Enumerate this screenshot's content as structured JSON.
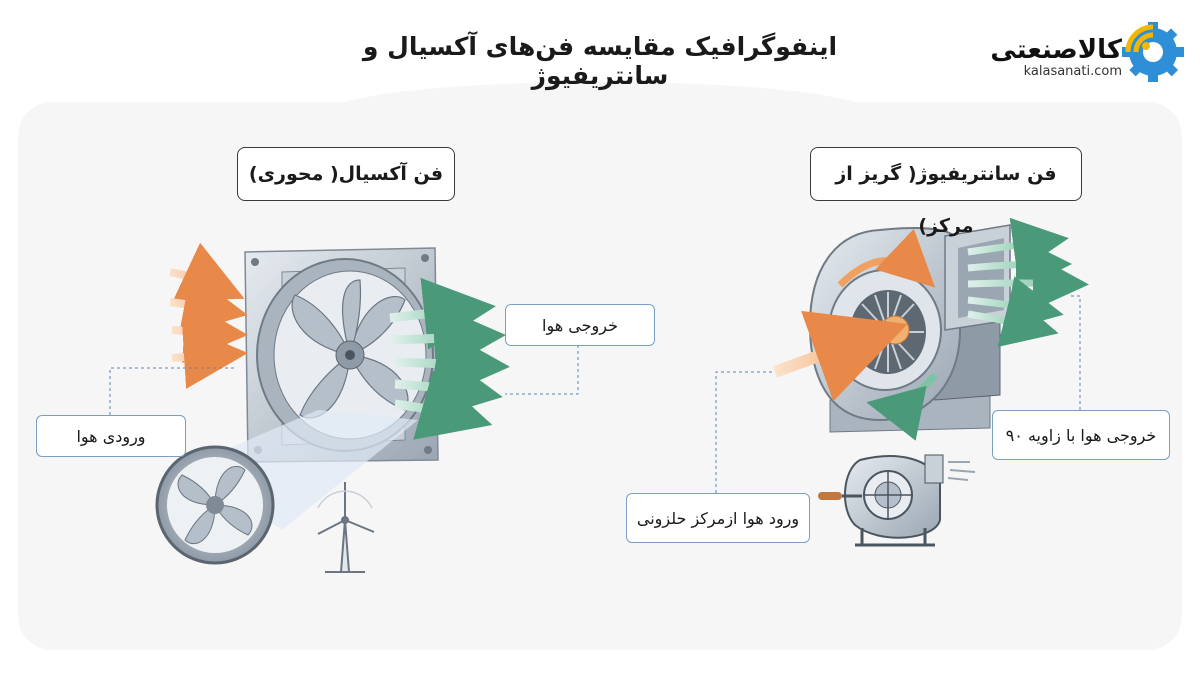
{
  "title": "اینفوگرافیک مقایسه فن‌های آکسیال و سانتریفیوژ",
  "logo": {
    "name_fa": "کالاصنعتی",
    "domain": "kalasanati.com",
    "icon": "gear-wifi-icon",
    "colors": {
      "blue": "#2e8fd6",
      "yellow": "#f2b705",
      "dark": "#111111"
    }
  },
  "axial": {
    "heading": "فن آکسیال( محوری)",
    "labels": {
      "output": "خروجی هوا",
      "input": "ورودی هوا"
    }
  },
  "centrifugal": {
    "heading": "فن سانتریفیوژ( گریز از مرکز)",
    "labels": {
      "output": "خروجی هوا با زاویه ۹۰",
      "input": "ورود هوا ازمرکز حلزونی"
    }
  },
  "colors": {
    "inflow": "#f0a060",
    "outflow": "#7cc4a4",
    "metal": "#b8c2cc",
    "leader": "#5a86b8"
  }
}
